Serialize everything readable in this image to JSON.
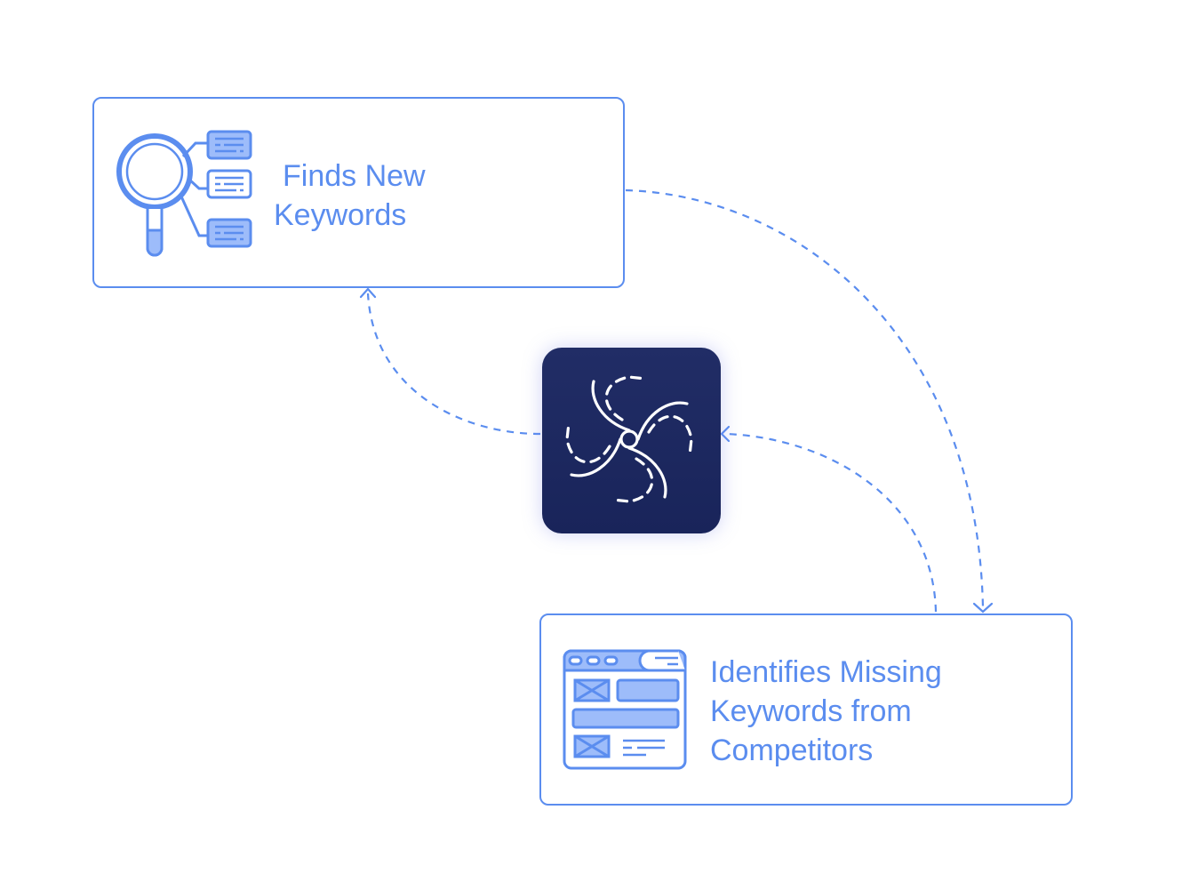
{
  "diagram": {
    "nodes": [
      {
        "id": "finds-new-keywords",
        "label_lines": [
          "Finds New",
          "Keywords"
        ],
        "icon": "magnifier-keywords-icon"
      },
      {
        "id": "hub",
        "label_lines": [],
        "icon": "spiral-galaxy-icon"
      },
      {
        "id": "identifies-missing-keywords",
        "label_lines": [
          "Identifies Missing",
          "Keywords from",
          "Competitors"
        ],
        "icon": "browser-layout-icon"
      }
    ],
    "edges": [
      {
        "from": "hub",
        "to": "finds-new-keywords",
        "style": "dashed",
        "arrow": "end"
      },
      {
        "from": "finds-new-keywords",
        "to": "identifies-missing-keywords",
        "style": "dashed",
        "arrow": "end"
      },
      {
        "from": "identifies-missing-keywords",
        "to": "hub",
        "style": "dashed",
        "arrow": "end"
      }
    ],
    "colors": {
      "accent": "#5b8def",
      "accent_fill": "#9dbcfa",
      "hub_bg": "#1e2a63",
      "hub_stroke": "#ffffff"
    }
  }
}
